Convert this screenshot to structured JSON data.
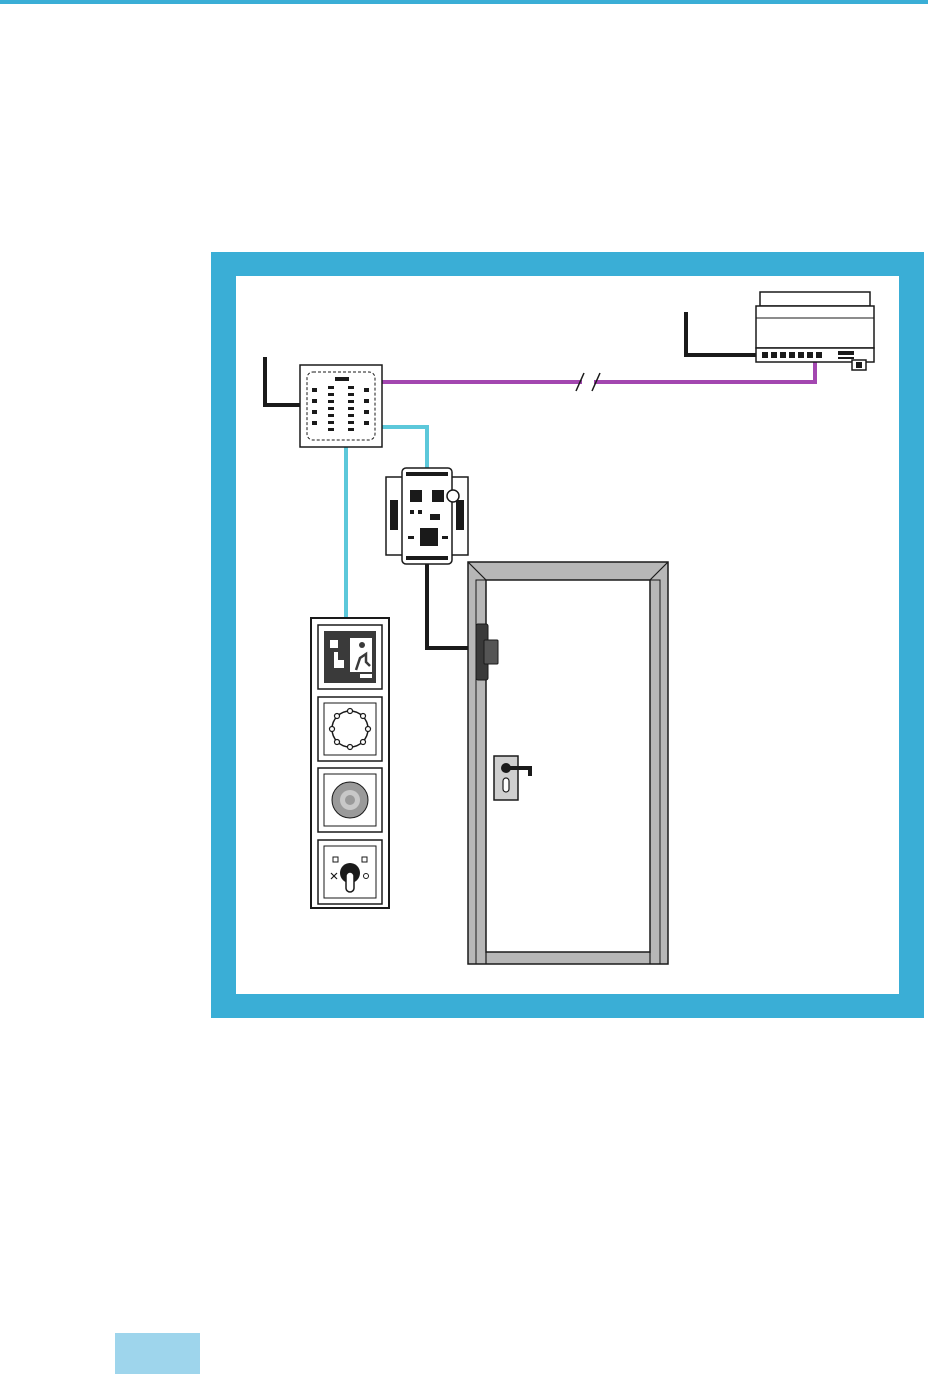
{
  "page": {
    "accent_color": "#3aaed6",
    "tab_color": "#9ed5ec"
  },
  "diagram": {
    "components": [
      {
        "id": "control-unit",
        "icon": "din-rail-module-icon"
      },
      {
        "id": "door-terminal",
        "icon": "keypad-terminal-icon"
      },
      {
        "id": "door-module",
        "icon": "circuit-board-icon"
      },
      {
        "id": "door",
        "icon": "door-icon"
      },
      {
        "id": "door-strike",
        "icon": "electric-strike-icon"
      },
      {
        "id": "door-handle",
        "icon": "door-handle-lock-icon"
      },
      {
        "id": "emergency-exit-button",
        "icon": "emergency-exit-icon"
      },
      {
        "id": "reader",
        "icon": "reader-icon"
      },
      {
        "id": "emergency-stop",
        "icon": "mushroom-button-icon"
      },
      {
        "id": "key-switch",
        "icon": "key-switch-icon"
      }
    ],
    "connections": [
      {
        "from": "door-terminal",
        "to": "control-unit",
        "color": "#a347b0",
        "style": "bus",
        "interrupted": true
      },
      {
        "from": "door-terminal",
        "to": "door-module",
        "color": "#5cc8da",
        "style": "bus"
      },
      {
        "from": "door-terminal",
        "to": "emergency-exit-button",
        "color": "#5cc8da",
        "style": "bus"
      },
      {
        "from": "door-module",
        "to": "door-strike",
        "color": "#1a1a1a",
        "style": "cable"
      },
      {
        "from": "door-terminal",
        "to": "power-supply",
        "color": "#1a1a1a",
        "style": "cable"
      },
      {
        "from": "control-unit",
        "to": "power-supply",
        "color": "#1a1a1a",
        "style": "cable"
      },
      {
        "from": "door-handle",
        "to": "cable",
        "color": "#1a1a1a",
        "style": "cable"
      }
    ]
  }
}
